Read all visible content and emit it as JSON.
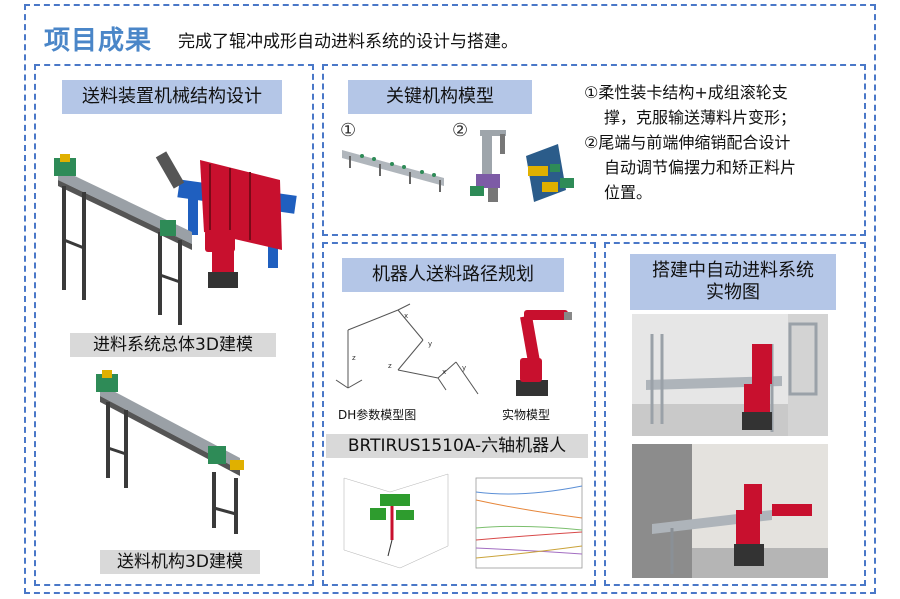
{
  "header": {
    "title": "项目成果",
    "subtitle": "完成了辊冲成形自动进料系统的设计与搭建。"
  },
  "left_panel": {
    "label": "送料装置机械结构设计",
    "caption_top": "进料系统总体3D建模",
    "caption_bottom": "送料机构3D建模"
  },
  "key_model": {
    "label": "关键机构模型",
    "marker_1": "①",
    "marker_2": "②",
    "desc_line1": "①柔性装卡结构+成组滚轮支",
    "desc_line2": "撑，克服输送薄料片变形；",
    "desc_line3": "②尾端与前端伸缩销配合设计",
    "desc_line4": "自动调节偏摆力和矫正料片",
    "desc_line5": "位置。"
  },
  "robot_path": {
    "label": "机器人送料路径规划",
    "dh_caption": "DH参数模型图",
    "real_caption": "实物模型",
    "robot_name": "BRTIRUS1510A-六轴机器人"
  },
  "build": {
    "label_line1": "搭建中自动进料系统",
    "label_line2": "实物图"
  },
  "colors": {
    "accent": "#4a78c8",
    "label_bg": "#b4c6e7",
    "title_color": "#4a86c8",
    "robot_red": "#c8102e",
    "frame_blue": "#1f5fbf",
    "frame_grey": "#3a3a3a"
  }
}
